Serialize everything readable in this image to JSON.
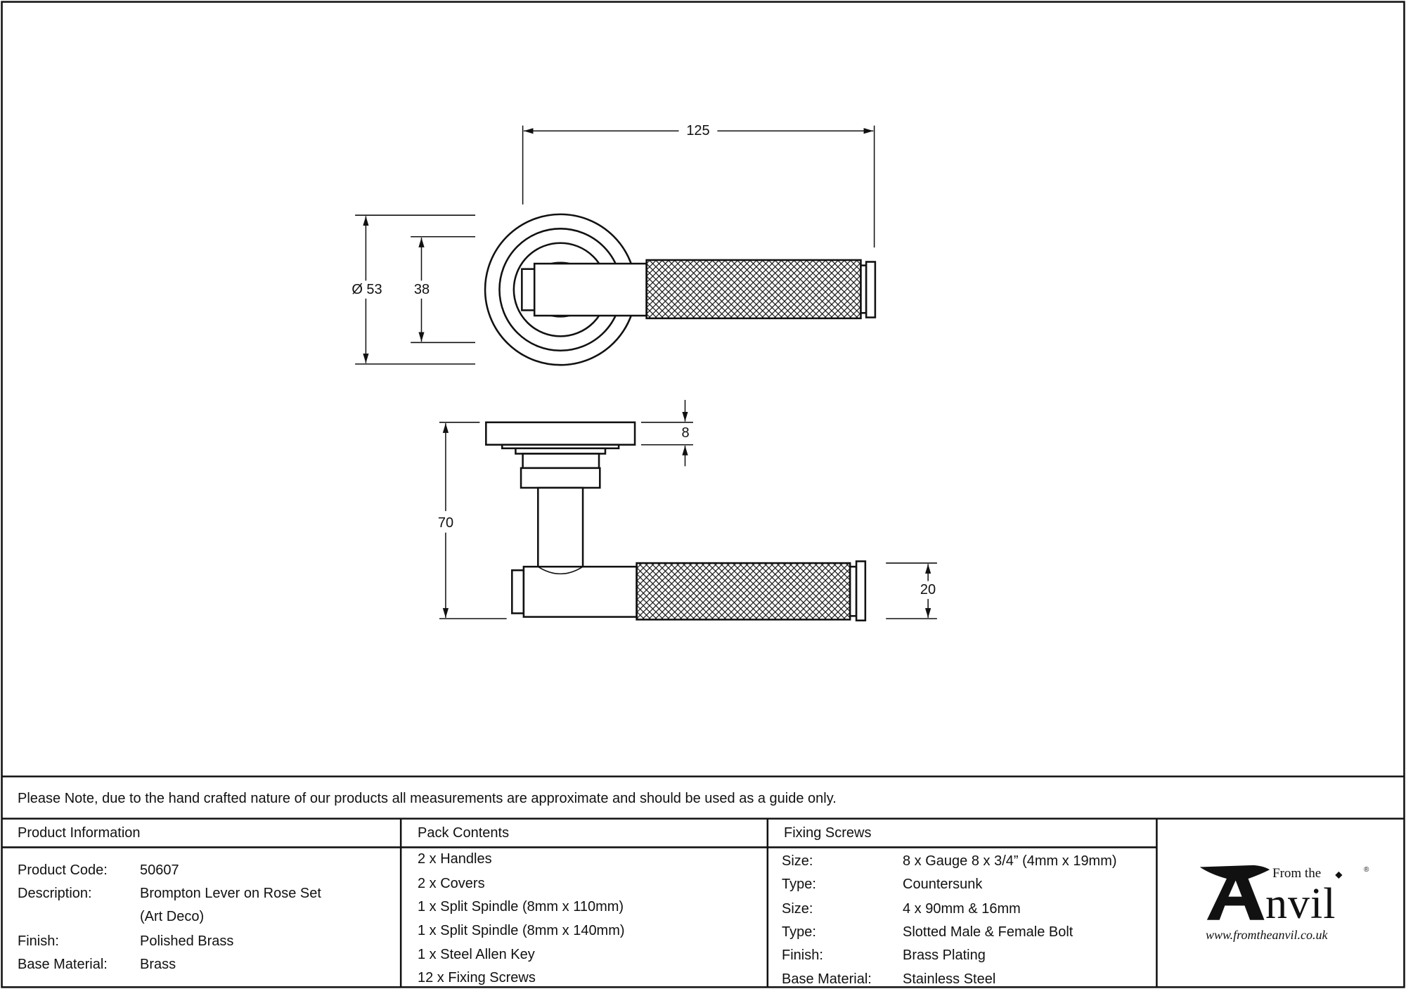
{
  "drawing": {
    "dimensions": {
      "length": "125",
      "rose_diameter": "Ø 53",
      "inner_diameter": "38",
      "rose_thickness": "8",
      "projection": "70",
      "grip_height": "20"
    }
  },
  "note": "Please Note, due to the hand crafted nature of our products all measurements are approximate and should be used as a guide only.",
  "product_information": {
    "header": "Product Information",
    "rows": [
      {
        "label": "Product Code:",
        "value": "50607"
      },
      {
        "label": "Description:",
        "value": "Brompton Lever on Rose Set"
      },
      {
        "label": "",
        "value": "(Art Deco)"
      },
      {
        "label": "Finish:",
        "value": "Polished Brass"
      },
      {
        "label": "Base Material:",
        "value": "Brass"
      }
    ]
  },
  "pack_contents": {
    "header": "Pack Contents",
    "items": [
      "2 x Handles",
      "2 x Covers",
      "1 x Split Spindle (8mm x 110mm)",
      "1 x Split Spindle (8mm x 140mm)",
      "1 x Steel Allen Key",
      "12 x Fixing Screws"
    ]
  },
  "fixing_screws": {
    "header": "Fixing Screws",
    "rows": [
      {
        "label": "Size:",
        "value": "8 x Gauge 8 x 3/4” (4mm x 19mm)"
      },
      {
        "label": "Type:",
        "value": "Countersunk"
      },
      {
        "label": "Size:",
        "value": "4 x 90mm & 16mm"
      },
      {
        "label": "Type:",
        "value": "Slotted Male & Female Bolt"
      },
      {
        "label": "Finish:",
        "value": "Brass Plating"
      },
      {
        "label": "Base Material:",
        "value": "Stainless Steel"
      }
    ]
  },
  "logo": {
    "top": "From the",
    "name": "nvil",
    "url": "www.fromtheanvil.co.uk",
    "registered": "®"
  }
}
